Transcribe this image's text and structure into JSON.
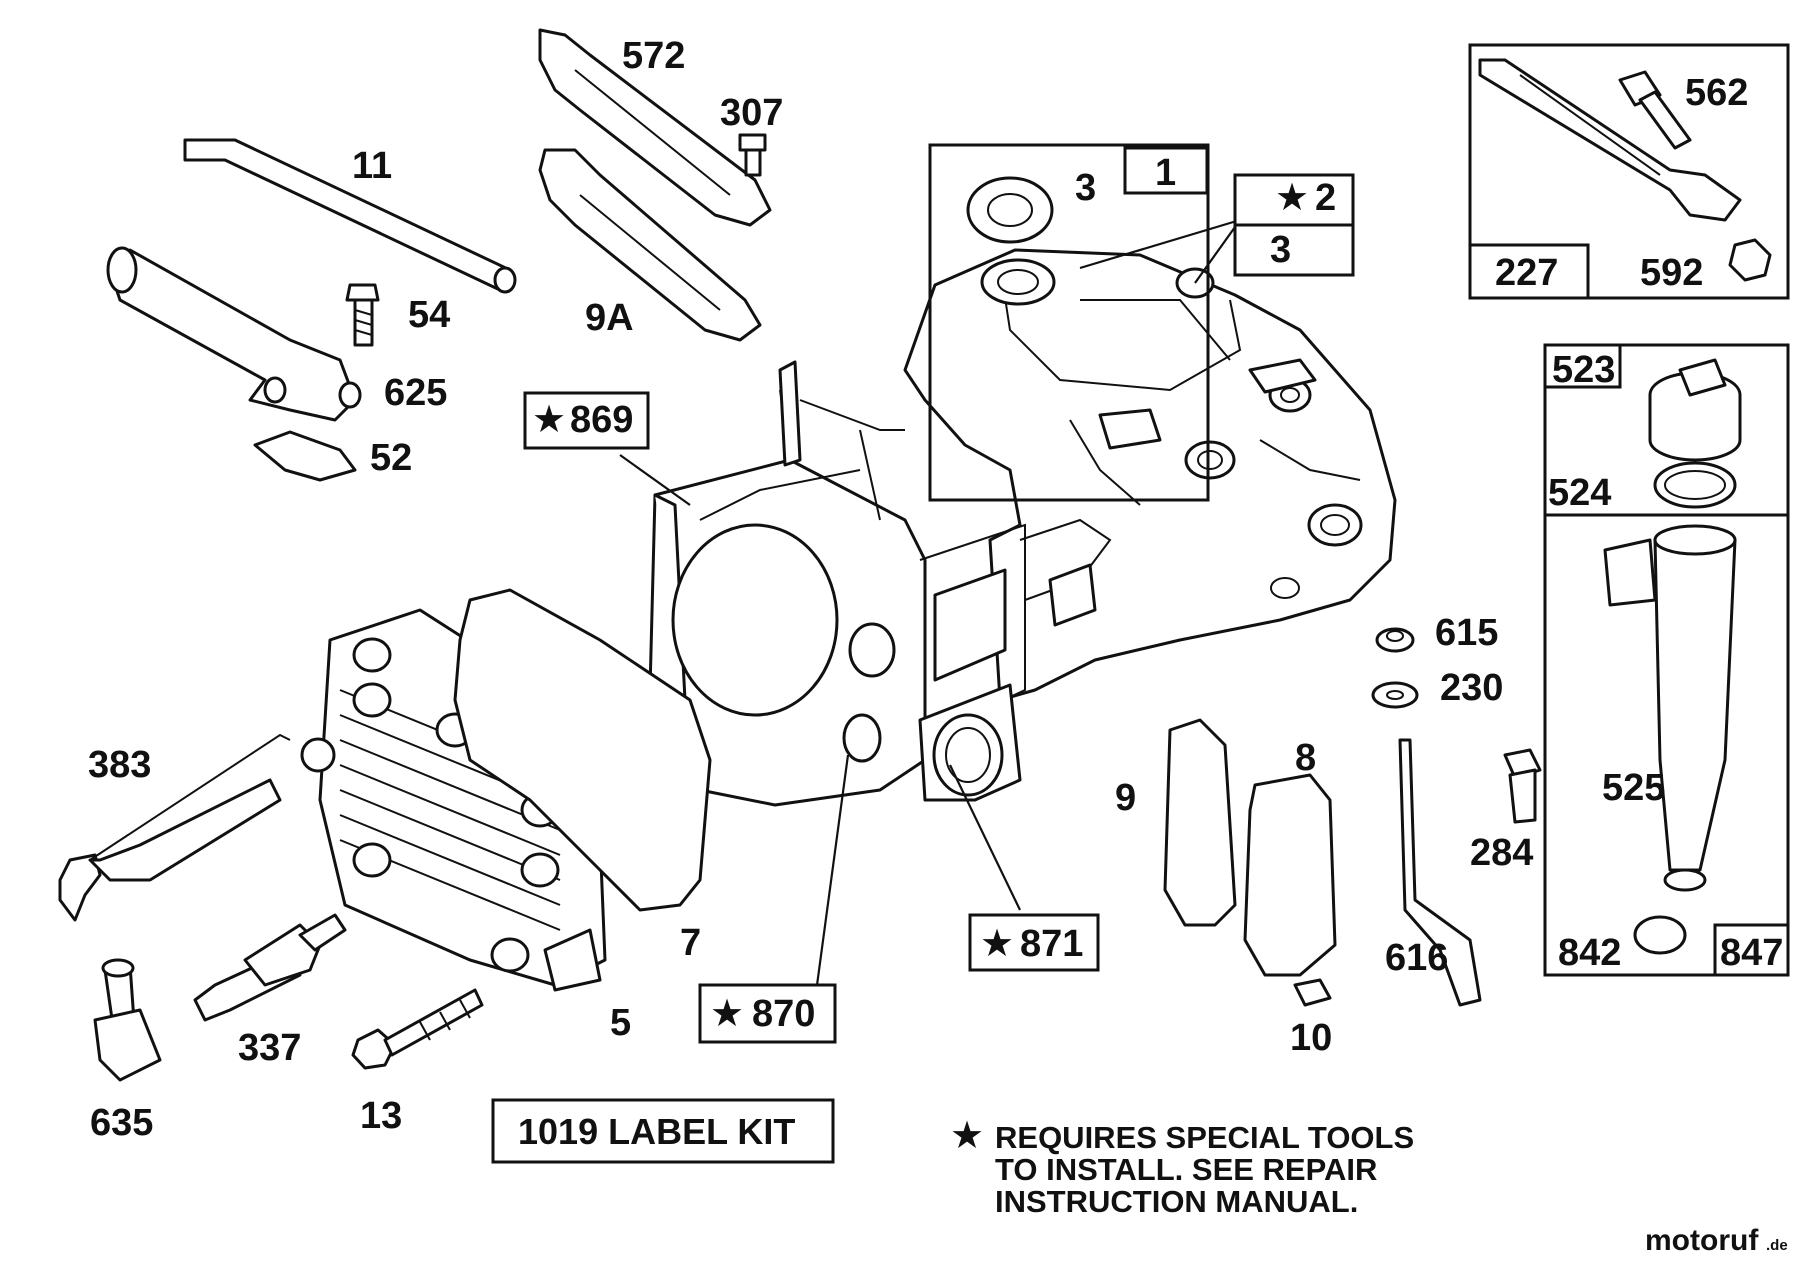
{
  "parts": {
    "p1": "1",
    "p2": "2",
    "p3a": "3",
    "p3b": "3",
    "p5": "5",
    "p7": "7",
    "p8": "8",
    "p9": "9",
    "p9a": "9A",
    "p10": "10",
    "p11": "11",
    "p13": "13",
    "p52": "52",
    "p54": "54",
    "p227": "227",
    "p230": "230",
    "p284": "284",
    "p307": "307",
    "p337": "337",
    "p383": "383",
    "p523": "523",
    "p524": "524",
    "p525": "525",
    "p562": "562",
    "p572": "572",
    "p592": "592",
    "p615": "615",
    "p616": "616",
    "p625": "625",
    "p635": "635",
    "p842": "842",
    "p847": "847",
    "p869": "869",
    "p870": "870",
    "p871": "871"
  },
  "star_symbol": "★",
  "label_kit": "1019 LABEL KIT",
  "note": {
    "line1": "REQUIRES SPECIAL TOOLS",
    "line2": "TO INSTALL.  SEE REPAIR",
    "line3": "INSTRUCTION MANUAL."
  },
  "watermark": {
    "brand": "motoruf",
    "suffix": ".de",
    "color": "#3a6fb0"
  }
}
